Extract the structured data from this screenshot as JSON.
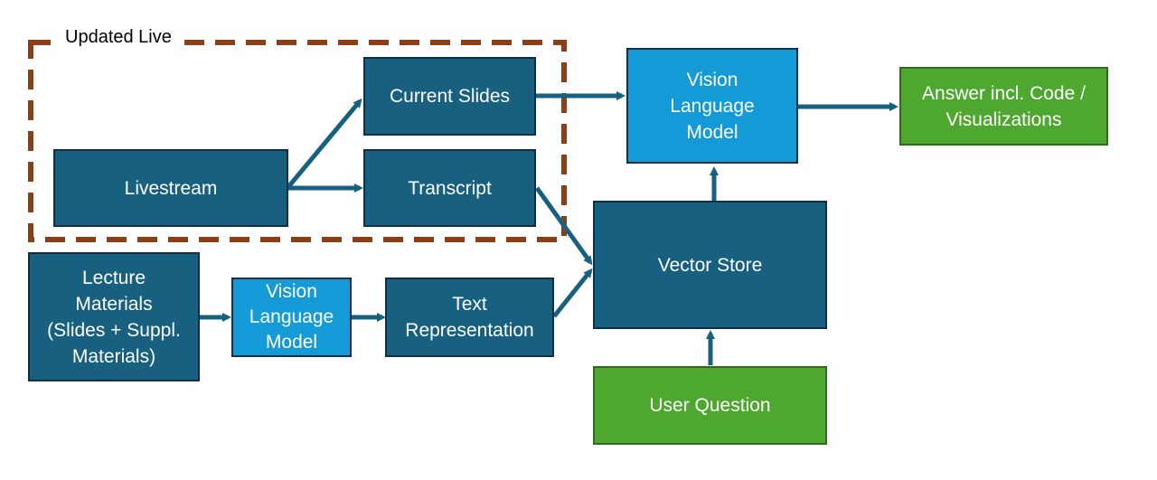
{
  "group": {
    "label": "Updated Live"
  },
  "nodes": {
    "livestream": "Livestream",
    "current_slides": "Current Slides",
    "transcript": "Transcript",
    "lecture_materials": "Lecture\nMaterials\n(Slides + Suppl.\nMaterials)",
    "vlm_small": "Vision\nLanguage\nModel",
    "text_representation": "Text\nRepresentation",
    "vector_store": "Vector Store",
    "vlm_main": "Vision\nLanguage\nModel",
    "answer": "Answer incl. Code /\nVisualizations",
    "user_question": "User Question"
  },
  "colors": {
    "dark_box": "#17607f",
    "light_box": "#149ad6",
    "green_box": "#4ea72e",
    "arrow": "#17607f",
    "dashed_border": "#8b3f17"
  }
}
